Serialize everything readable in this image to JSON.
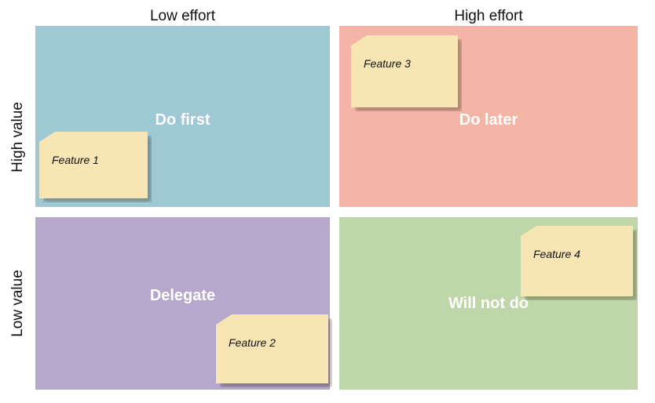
{
  "axes": {
    "columns": [
      {
        "label": "Low effort"
      },
      {
        "label": "High effort"
      }
    ],
    "rows": [
      {
        "label": "High value"
      },
      {
        "label": "Low value"
      }
    ]
  },
  "quadrants": [
    {
      "id": "do-first",
      "label": "Do first",
      "color": "#9EC9D4"
    },
    {
      "id": "do-later",
      "label": "Do later",
      "color": "#F4B5A7"
    },
    {
      "id": "delegate",
      "label": "Delegate",
      "color": "#B6A7CC"
    },
    {
      "id": "will-not-do",
      "label": "Will not do",
      "color": "#BFD7A8"
    }
  ],
  "notes": [
    {
      "id": "feature-1",
      "label": "Feature 1",
      "quadrant": "do-first",
      "color": "#F7E6B3"
    },
    {
      "id": "feature-2",
      "label": "Feature 2",
      "quadrant": "delegate",
      "color": "#F7E6B3"
    },
    {
      "id": "feature-3",
      "label": "Feature 3",
      "quadrant": "do-later",
      "color": "#F7E6B3"
    },
    {
      "id": "feature-4",
      "label": "Feature 4",
      "quadrant": "will-not-do",
      "color": "#F7E6B3"
    }
  ],
  "chart_data": {
    "type": "scatter",
    "title": "",
    "xlabel": "Effort",
    "ylabel": "Value",
    "x": [
      "Low effort",
      "High effort"
    ],
    "y": [
      "High value",
      "Low value"
    ],
    "grid": false,
    "legend": "none",
    "cells": [
      {
        "x": "Low effort",
        "y": "High value",
        "name": "Do first",
        "color": "#9EC9D4",
        "items": [
          "Feature 1"
        ]
      },
      {
        "x": "High effort",
        "y": "High value",
        "name": "Do later",
        "color": "#F4B5A7",
        "items": [
          "Feature 3"
        ]
      },
      {
        "x": "Low effort",
        "y": "Low value",
        "name": "Delegate",
        "color": "#B6A7CC",
        "items": [
          "Feature 2"
        ]
      },
      {
        "x": "High effort",
        "y": "Low value",
        "name": "Will not do",
        "color": "#BFD7A8",
        "items": [
          "Feature 4"
        ]
      }
    ]
  }
}
